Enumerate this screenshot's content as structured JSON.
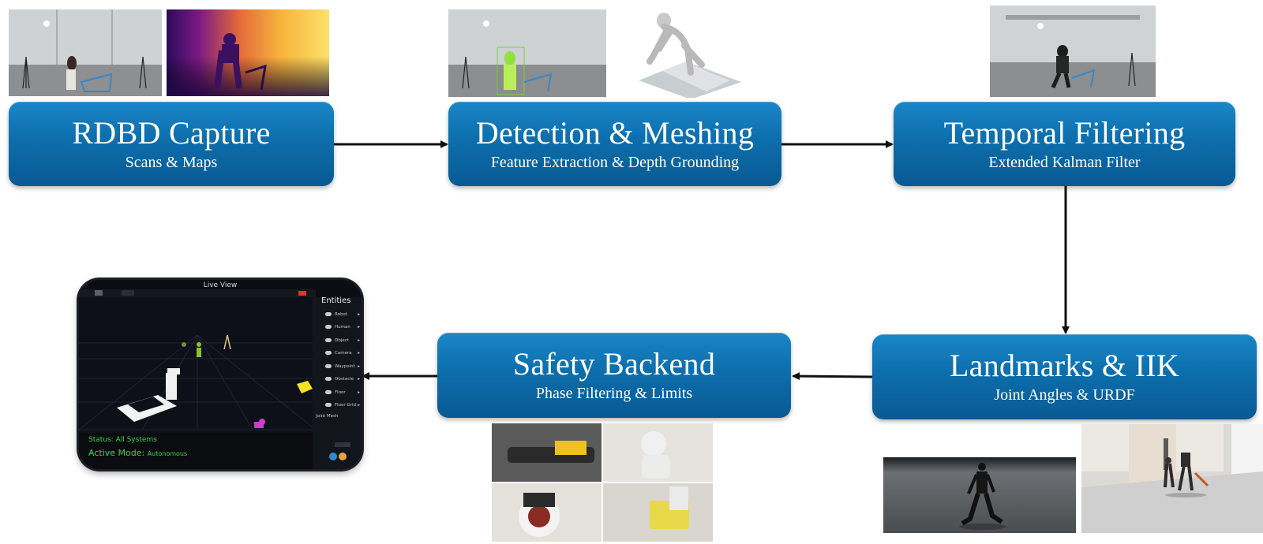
{
  "stages": [
    {
      "title": "RDBD Capture",
      "subtitle": "Scans & Maps"
    },
    {
      "title": "Detection & Meshing",
      "subtitle": "Feature Extraction & Depth Grounding"
    },
    {
      "title": "Temporal Filtering",
      "subtitle": "Extended Kalman Filter"
    },
    {
      "title": "Landmarks & IIK",
      "subtitle": "Joint Angles & URDF"
    },
    {
      "title": "Safety Backend",
      "subtitle": "Phase Filtering & Limits"
    }
  ],
  "live_view": {
    "title": "Live View",
    "entities_title": "Entities",
    "entities": [
      "Robot",
      "Human",
      "Object",
      "Camera",
      "Waypoint",
      "Obstacle",
      "Floor",
      "Floor Grid",
      "Joint Mesh"
    ],
    "status_line": "Status: All Systems",
    "mode_label": "Active Mode:",
    "mode_value": "Autonomous"
  },
  "colors": {
    "stage_box": "#0d6eac",
    "arrow": "#111111",
    "status_text": "#3fd34c"
  }
}
